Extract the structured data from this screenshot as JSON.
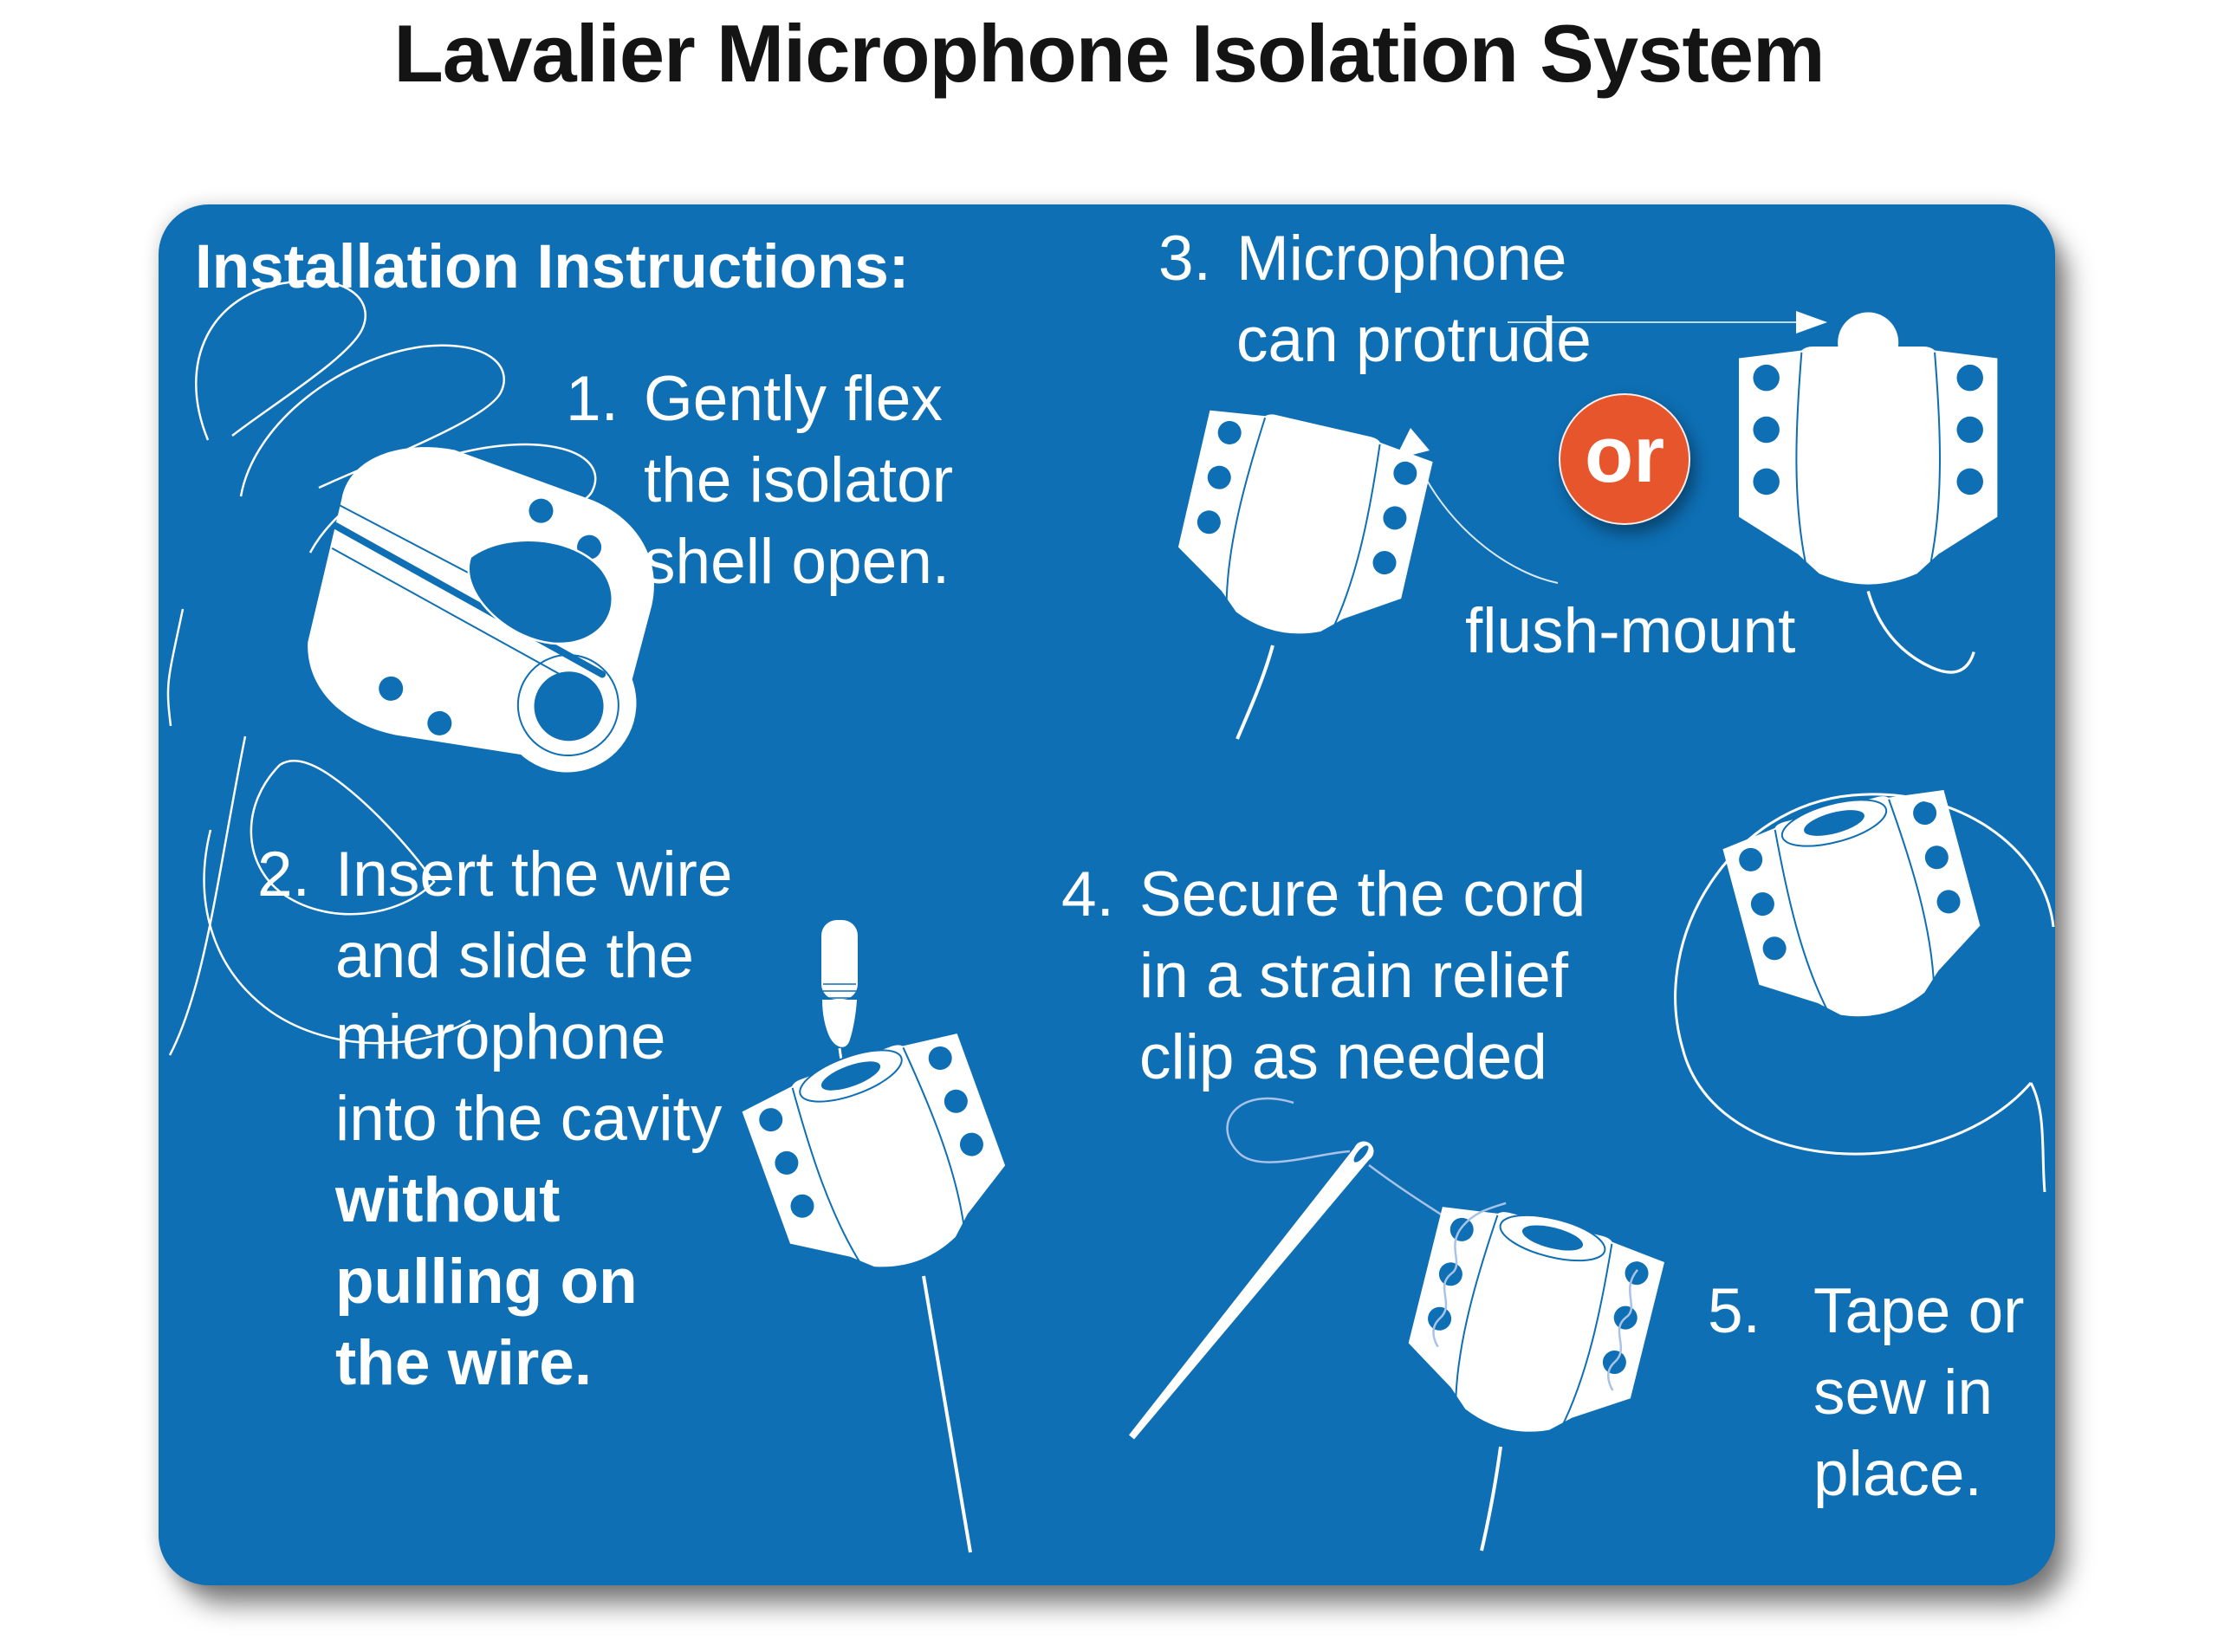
{
  "title": "Lavalier Microphone Isolation System",
  "panel": {
    "heading": "Installation Instructions:"
  },
  "steps": {
    "step1": {
      "number": "1.",
      "lines": [
        "Gently flex",
        "the isolator",
        "shell open."
      ]
    },
    "step2": {
      "number": "2.",
      "lines": [
        "Insert the wire",
        "and slide the",
        "microphone",
        "into the cavity",
        "without",
        "pulling on",
        "the wire."
      ]
    },
    "step3": {
      "number": "3.",
      "lines": [
        "Microphone",
        "can protrude"
      ],
      "or_label": "or",
      "flush_label": "flush-mount"
    },
    "step4": {
      "number": "4.",
      "lines": [
        "Secure the cord",
        "in a strain relief",
        "clip as needed"
      ]
    },
    "step5": {
      "number": "5.",
      "lines": [
        "Tape or",
        "sew in",
        "place."
      ]
    }
  },
  "icons": [
    "hand-holding-isolator",
    "microphone-capsule",
    "isolator-shell",
    "protrude-arrow",
    "flush-curved-arrow",
    "strain-relief-cord-loop",
    "sewing-needle",
    "stitch-thread"
  ],
  "colors": {
    "panel_blue": "#0e6fb4",
    "accent_orange": "#e6552b",
    "title_black": "#141414",
    "thread_blue": "#a9c3e8",
    "white": "#ffffff"
  }
}
